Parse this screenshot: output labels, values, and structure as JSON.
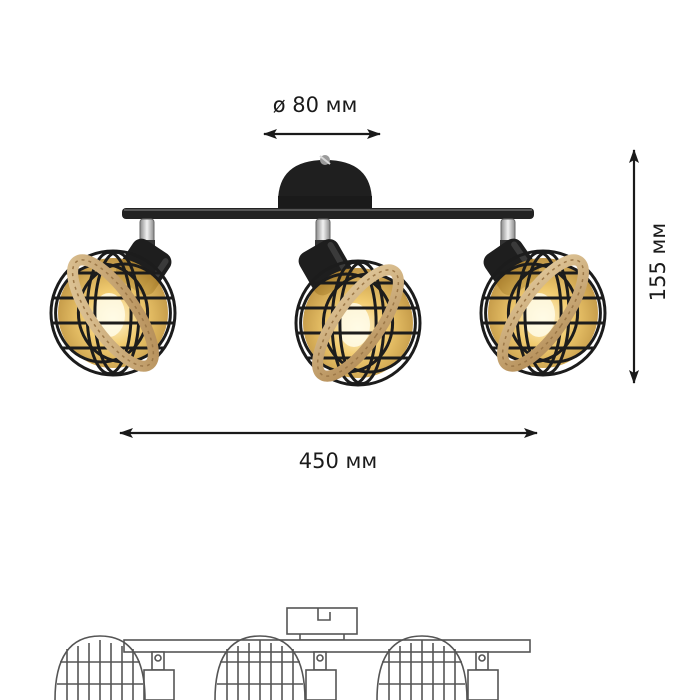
{
  "dimensions": {
    "diameter": "ø 80 мм",
    "height": "155 мм",
    "width": "450 мм"
  },
  "product": {
    "spot_count": 3
  },
  "colors": {
    "background": "#ffffff",
    "metal": "#222222",
    "rope": "#c9a876",
    "glow": "#e8b84a",
    "chrome": "#b8b8b8",
    "dimension_line": "#1a1a1a",
    "line_drawing": "#555555"
  }
}
